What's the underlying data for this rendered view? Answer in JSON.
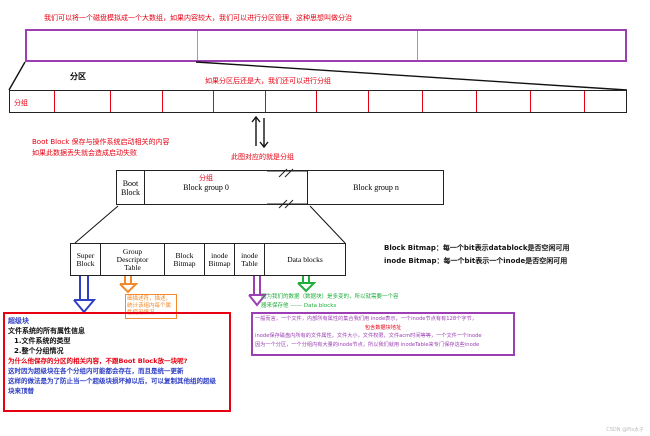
{
  "top_note": "我们可以将一个磁盘模拟成一个大数组，如果内容较大，我们可以进行分区管理，这种思想叫做分治",
  "partition_label": "分区",
  "group_note": "如果分区后还是大，我们还可以进行分组",
  "first_group_label": "分组",
  "boot_note_line1": "Boot Block 保存与操作系统启动相关的内容",
  "boot_note_line2": "如果此数据丢失就会造成启动失败",
  "this_is_group": "此图对应的就是分组",
  "fs_row": {
    "boot_block": "Boot\nBlock",
    "group_tag": "分组",
    "group0": "Block group 0",
    "groupn": "Block group n"
  },
  "detail_row": {
    "super_block": "Super\nBlock",
    "gdt": "Group\nDescriptor\nTable",
    "block_bitmap": "Block\nBitmap",
    "inode_bitmap": "inode\nBitmap",
    "inode_table": "inode\nTable",
    "data_blocks": "Data blocks"
  },
  "bitmap_notes": {
    "block": "Block Bitmap：每一个bit表示datablock是否空闲可用",
    "inode": "inode Bitmap：每一个bit表示一个inode是否空闲可用"
  },
  "gdt_note": "细描述符，描述，统计该组内每个属性使用情况",
  "data_note_line1": "因为我们的数据（数据块）是多变的，所以就需要一个容",
  "data_note_line2": "器来保存他 ------ Data blocks",
  "superblock_box": {
    "title": "超级块",
    "line1": "文件系统的所有属性信息",
    "line2": "1.文件系统的类型",
    "line3": "2.整个分组情况",
    "line4": "为什么他保存的分区的相关内容，不跟Boot Block放一块呢?",
    "line5": "这时因为超级块在各个分组内可能都会存在，而且是统一更新",
    "line6": "这样的做法是为了防止当一个超级块损坏掉以后，可以复制其他组的超级",
    "line7": "块来顶替"
  },
  "inode_box": {
    "line1": "一般而言，一个文件，内部所有属性的集合我们用 inode表示，一个inode节点有有128个字节，",
    "line2": "包含数据块地址",
    "line3": "inode保存磁盘内所有的文件属性，文件大小，文件权限，文件acm时间等等，一个文件一个inode",
    "line4": "因为一个分区，一个分组内有大量的inode节点，所以我们就用 inodeTable来专门保存这些inode"
  },
  "watermark": "CSDN @Pis太子"
}
